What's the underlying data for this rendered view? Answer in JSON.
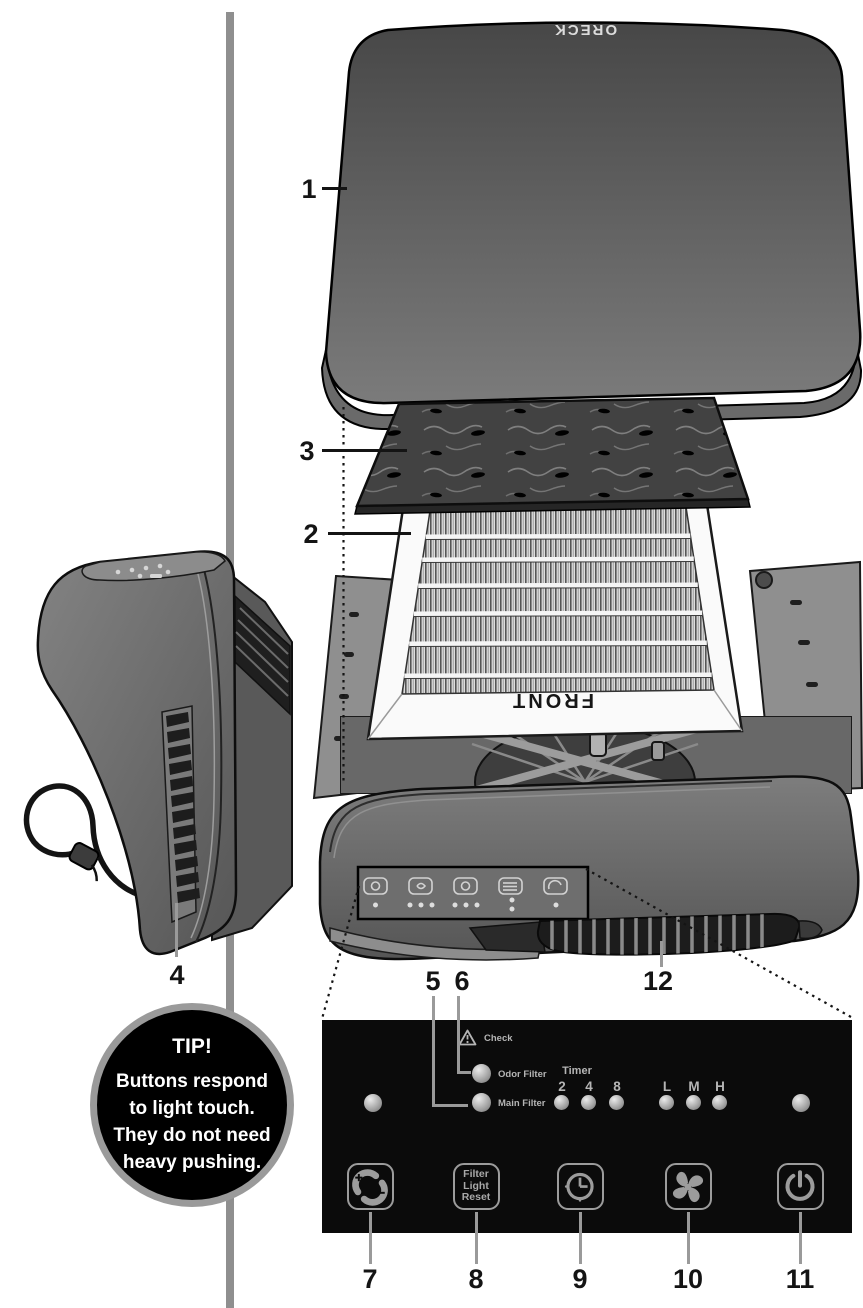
{
  "product": {
    "brand_logo": "ORECK",
    "front_marking": "FRONT"
  },
  "callouts": {
    "lid": "1",
    "main_filter": "2",
    "odor_filter": "3",
    "assembled_unit": "4",
    "main_filter_light": "5",
    "odor_filter_light": "6",
    "speed_button": "7",
    "filter_reset_button": "8",
    "timer_button": "9",
    "fan_button": "10",
    "power_button": "11",
    "grille": "12"
  },
  "tip_bubble": {
    "title": "TIP!",
    "lines": [
      "Buttons respond",
      "to light touch.",
      "They do not need",
      "heavy pushing."
    ]
  },
  "control_panel": {
    "check_label": "Check",
    "odor_filter_label": "Odor Filter",
    "main_filter_label": "Main Filter",
    "timer_label": "Timer",
    "timer_hours": [
      "2",
      "4",
      "8"
    ],
    "fan_speeds": [
      "L",
      "M",
      "H"
    ],
    "reset_button_lines": [
      "Filter",
      "Light",
      "Reset"
    ],
    "buttons": [
      {
        "name": "speed-control",
        "icon": "plus-minus-crescent-icon"
      },
      {
        "name": "filter-light-reset",
        "icon": "text-button"
      },
      {
        "name": "timer",
        "icon": "clock-icon"
      },
      {
        "name": "fan-speed",
        "icon": "fan-icon"
      },
      {
        "name": "power",
        "icon": "power-icon"
      }
    ]
  },
  "colors": {
    "panel_bg": "#0b0b0b",
    "panel_text": "#b5b5b5",
    "divider_bar": "#8f8f8f",
    "callout_line_gray": "#9a9a9a",
    "callout_line_black": "#141414",
    "led": "#a8a8a8"
  }
}
